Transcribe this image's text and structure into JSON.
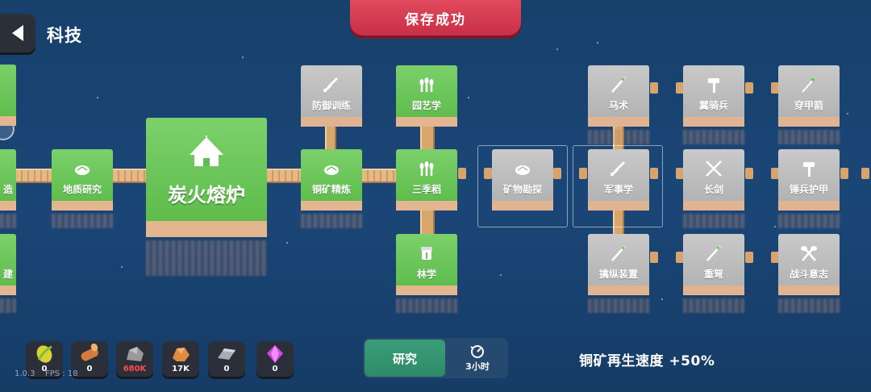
{
  "header": {
    "title": "科技",
    "save_banner": "保存成功"
  },
  "tree": {
    "main_node": "炭火熔炉",
    "partial_left": [
      "造",
      "建"
    ],
    "nodes": {
      "geology": "地质研究",
      "defense": "防御训练",
      "copper": "铜矿精炼",
      "horticulture": "园艺学",
      "three_season": "三季稻",
      "forestry": "林学",
      "prospecting": "矿物勘探",
      "riding": "马术",
      "military": "军事学",
      "siege": "擒纵装置",
      "cavalry": "翼骑兵",
      "longsword": "长剑",
      "crossbow": "重弩",
      "armor_pierce": "穿甲箭",
      "hammer_armor": "锤兵护甲",
      "battle_will": "战斗意志"
    }
  },
  "resources": [
    {
      "icon": "food-icon",
      "count": "0"
    },
    {
      "icon": "wood-icon",
      "count": "0"
    },
    {
      "icon": "stone-icon",
      "count": "680K"
    },
    {
      "icon": "copper-icon",
      "count": "17K"
    },
    {
      "icon": "iron-icon",
      "count": "0"
    },
    {
      "icon": "gem-icon",
      "count": "0"
    }
  ],
  "footer": {
    "version": "1.0.3",
    "fps": "FPS : 18",
    "tab_research": "研究",
    "timer": "3小时",
    "bonus": "铜矿再生速度 +50%"
  },
  "colors": {
    "background": "#1a4677",
    "unlocked": "#6cc75a",
    "locked": "#bdbdbd",
    "banner": "#d63a52",
    "research_tab": "#34947a",
    "stone_count": "#ff4d4d"
  }
}
